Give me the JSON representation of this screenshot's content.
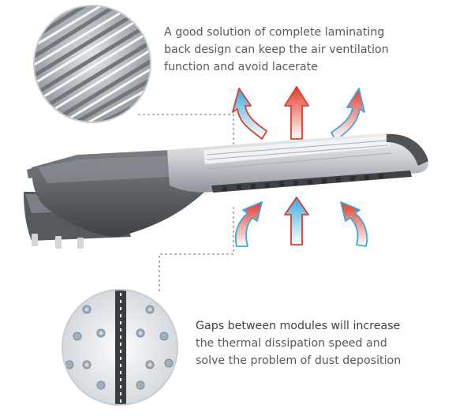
{
  "callouts": {
    "top": {
      "lines": [
        "A good solution of complete laminating",
        "back design can keep the air ventilation",
        "function and avoid lacerate"
      ]
    },
    "bottom": {
      "lines": [
        "Gaps between modules will increase",
        "the thermal dissipation speed and",
        "solve the problem of dust deposition"
      ]
    }
  },
  "icons": {
    "top_arrows": [
      "curved-arrow-up-left",
      "straight-arrow-up",
      "curved-arrow-up-right"
    ],
    "bottom_arrows": [
      "curved-arrow-up-right",
      "straight-arrow-up",
      "curved-arrow-up-left"
    ]
  },
  "colors": {
    "hot": "#e23b2b",
    "cool": "#3aa9de",
    "housing_dark": "#5a5e62",
    "housing_light": "#d4d8dc",
    "text": "#555a5e",
    "leader": "#8c8c8c"
  }
}
